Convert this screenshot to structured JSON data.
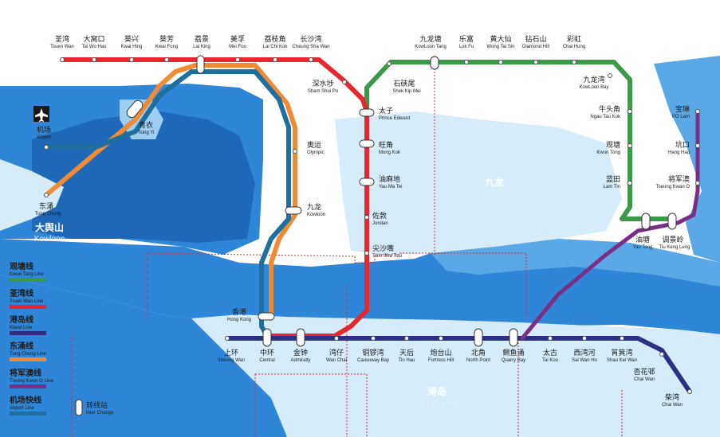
{
  "colors": {
    "kwun_tong": "#3a9a4a",
    "tsuen_wan": "#e8262d",
    "island": "#2d2f82",
    "tung_chung": "#f08b34",
    "tseung_kwan_o": "#7a2f86",
    "airport": "#1f6f9e",
    "sea": "#2f86d6",
    "land": "#d6ecfa"
  },
  "areas": {
    "lantau_cn": "大舆山",
    "lantau_en": "Kowloon",
    "kowloon_cn": "九龙",
    "kowloon_en": "Kowloon",
    "hk_island_cn": "港岛",
    "hk_island_en": "Hong Kong Island"
  },
  "stations": {
    "tsuen_wan": {
      "cn": "荃湾",
      "en": "Tsuen Wan"
    },
    "tai_wo_hau": {
      "cn": "大窝口",
      "en": "Tai Wo Hau"
    },
    "kwai_hing": {
      "cn": "葵兴",
      "en": "Kwai Hing"
    },
    "kwai_fong": {
      "cn": "葵芳",
      "en": "Kwai Fong"
    },
    "lai_king": {
      "cn": "荔景",
      "en": "Lai King"
    },
    "mei_foo": {
      "cn": "美孚",
      "en": "Mei Foo"
    },
    "lai_chi_kok": {
      "cn": "荔枝角",
      "en": "Lai Chi Kok"
    },
    "cheung_sha_wan": {
      "cn": "长沙湾",
      "en": "Cheung Sha Wan"
    },
    "sham_shui_po": {
      "cn": "深水埗",
      "en": "Sham Shui Po"
    },
    "kowloon_tang": {
      "cn": "九龙塘",
      "en": "KowLoon Tang"
    },
    "lok_fu": {
      "cn": "乐富",
      "en": "Lok Fu"
    },
    "wong_tai_sin": {
      "cn": "黄大仙",
      "en": "Wong Tai Sin"
    },
    "diamond_hill": {
      "cn": "钻石山",
      "en": "Diamond Hill"
    },
    "choi_hung": {
      "cn": "彩虹",
      "en": "Chai Hung"
    },
    "shek_kip_mei": {
      "cn": "石硖尾",
      "en": "Shek Kip Mei"
    },
    "prince_edward": {
      "cn": "太子",
      "en": "Prince Edward"
    },
    "mong_kok": {
      "cn": "旺角",
      "en": "Mong Kok"
    },
    "yau_ma_tei": {
      "cn": "油麻地",
      "en": "Yau Ma Tei"
    },
    "jordan": {
      "cn": "佐敦",
      "en": "Jondan"
    },
    "tsim_sha_tsui": {
      "cn": "尖沙嘴",
      "en": "Tsim Sha Tsui"
    },
    "kowloon_bay": {
      "cn": "九龙湾",
      "en": "KowLoon Bay"
    },
    "ngau_tau_kok": {
      "cn": "牛头角",
      "en": "Ngau Tau Kok"
    },
    "kwun_tong": {
      "cn": "观塘",
      "en": "Kwun Tong"
    },
    "lam_tin": {
      "cn": "蓝田",
      "en": "Lam Tin"
    },
    "yau_tong": {
      "cn": "油塘",
      "en": "Yau Tong"
    },
    "tiu_keng_leng": {
      "cn": "调景岭",
      "en": "Tiu Keng Leng"
    },
    "po_lam": {
      "cn": "宝琳",
      "en": "PO Lam"
    },
    "hang_hau": {
      "cn": "坑口",
      "en": "Hang Hau"
    },
    "tseung_kwan_o": {
      "cn": "将军澳",
      "en": "Tseung Kwan O"
    },
    "olympic": {
      "cn": "奥运",
      "en": "Olympic"
    },
    "kowloon": {
      "cn": "九龙",
      "en": "Kowloon"
    },
    "tsing_yi": {
      "cn": "青衣",
      "en": "Tsing Yi"
    },
    "airport": {
      "cn": "机场",
      "en": "Airport"
    },
    "tung_chung": {
      "cn": "东涌",
      "en": "Tung Chung"
    },
    "hong_kong": {
      "cn": "香港",
      "en": "Hong Kong"
    },
    "sheung_wan": {
      "cn": "上环",
      "en": "Sheung Wan"
    },
    "central": {
      "cn": "中环",
      "en": "Central"
    },
    "admiralty": {
      "cn": "金钟",
      "en": "Admiralty"
    },
    "wan_chai": {
      "cn": "湾仔",
      "en": "Wan Chai"
    },
    "causeway_bay": {
      "cn": "铜锣湾",
      "en": "Causoway Bay"
    },
    "tin_hau": {
      "cn": "天后",
      "en": "Tin Hau"
    },
    "fortress_hill": {
      "cn": "炮台山",
      "en": "Fortress Hill"
    },
    "north_point": {
      "cn": "北角",
      "en": "North Point"
    },
    "quarry_bay": {
      "cn": "鲗鱼涌",
      "en": "Quarry Bay"
    },
    "tai_koo": {
      "cn": "太古",
      "en": "Tai Koo"
    },
    "sai_wan_ho": {
      "cn": "西湾河",
      "en": "Sai Wan Ho"
    },
    "shau_kei_wan": {
      "cn": "筲箕湾",
      "en": "Shau Kei Wan"
    },
    "heng_fa_chuen": {
      "cn": "杏花邨",
      "en": "Chai Wan"
    },
    "chai_wan": {
      "cn": "柴湾",
      "en": "Chai Wan"
    }
  },
  "legend": {
    "kwun_tong": {
      "cn": "观塘线",
      "en": "Kwun Tang Line"
    },
    "tsuen_wan": {
      "cn": "荃湾线",
      "en": "Truen Wan Line"
    },
    "island": {
      "cn": "港岛线",
      "en": "Kland Line"
    },
    "tung_chung": {
      "cn": "东涌线",
      "en": "Tung Chung Line"
    },
    "tseung_kwan_o": {
      "cn": "将军澳线",
      "en": "Treung Kwun O Line"
    },
    "airport": {
      "cn": "机场快线",
      "en": "Airport Line"
    },
    "interchange": {
      "cn": "转线站",
      "en": "Inter Change"
    }
  }
}
